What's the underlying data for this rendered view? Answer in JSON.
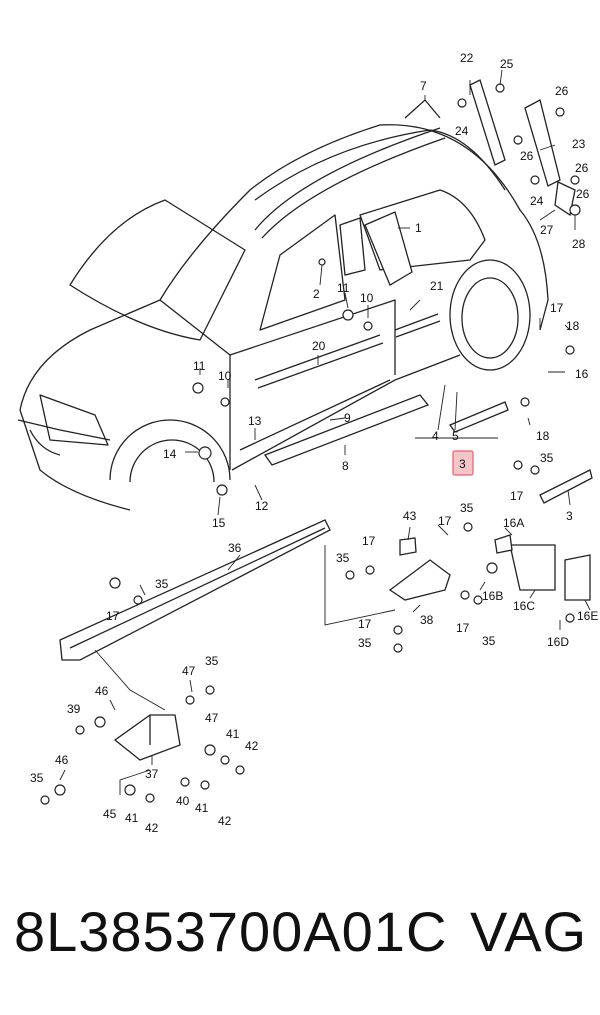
{
  "diagram": {
    "callouts": [
      "1",
      "2",
      "3",
      "4",
      "5",
      "7",
      "8",
      "9",
      "10",
      "11",
      "12",
      "13",
      "14",
      "15",
      "16",
      "16A",
      "16B",
      "16C",
      "16D",
      "16E",
      "17",
      "18",
      "20",
      "21",
      "22",
      "23",
      "24",
      "25",
      "26",
      "27",
      "28",
      "35",
      "36",
      "37",
      "38",
      "39",
      "40",
      "41",
      "42",
      "43",
      "45",
      "46",
      "47"
    ],
    "highlighted_callout": "3",
    "highlight_color": "#e8606a"
  },
  "footer": {
    "part_number": "8L3853700A01C",
    "brand": "VAG"
  }
}
